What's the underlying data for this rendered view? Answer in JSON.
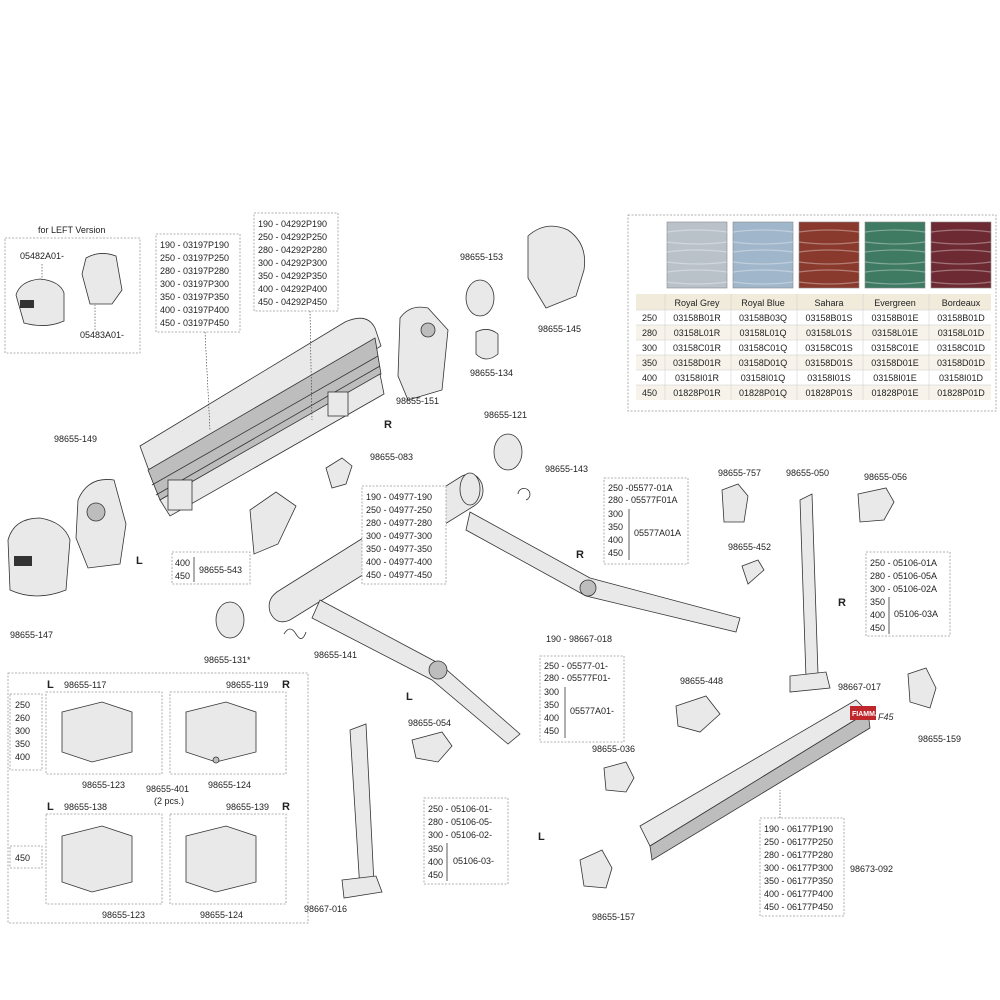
{
  "left_version": {
    "title": "for LEFT Version",
    "parts": [
      "05482A01-",
      "05483A01-"
    ]
  },
  "box_front_bar": [
    "190 - 03197P190",
    "250 - 03197P250",
    "280 - 03197P280",
    "300 - 03197P300",
    "350 - 03197P350",
    "400 - 03197P400",
    "450 - 03197P450"
  ],
  "box_top_bar": [
    "190 - 04292P190",
    "250 - 04292P250",
    "280 - 04292P280",
    "300 - 04292P300",
    "350 - 04292P350",
    "400 - 04292P400",
    "450 - 04292P450"
  ],
  "box_roller": [
    "190 - 04977-190",
    "250 - 04977-250",
    "280 - 04977-280",
    "300 - 04977-300",
    "350 - 04977-350",
    "400 - 04977-400",
    "450 - 04977-450"
  ],
  "box_543": {
    "sizes": [
      "400",
      "450"
    ],
    "code": "98655-543"
  },
  "box_arm_right": {
    "top": [
      "250 -05577-01A",
      "280 - 05577F01A"
    ],
    "sizes": [
      "300",
      "350",
      "400",
      "450"
    ],
    "code": "05577A01A"
  },
  "box_arm_left": {
    "top": [
      "250 - 05577-01-",
      "280 - 05577F01-"
    ],
    "sizes": [
      "300",
      "350",
      "400",
      "450"
    ],
    "code": "05577A01-"
  },
  "box_leg_right": {
    "top": [
      "250 - 05106-01A",
      "280 - 05106-05A",
      "300 - 05106-02A"
    ],
    "sizes": [
      "350",
      "400",
      "450"
    ],
    "code": "05106-03A"
  },
  "box_leg_left": {
    "top": [
      "250 - 05106-01-",
      "280 - 05106-05-",
      "300 - 05106-02-"
    ],
    "sizes": [
      "350",
      "400",
      "450"
    ],
    "code": "05106-03-"
  },
  "box_lead_bar": [
    "190 - 06177P190",
    "250 - 06177P250",
    "280 - 06177P280",
    "300 - 06177P300",
    "350 - 06177P350",
    "400 - 06177P400",
    "450 - 06177P450"
  ],
  "bracket_panel": {
    "sizes_top": [
      "250",
      "260",
      "300",
      "350",
      "400"
    ],
    "size_bottom": "450",
    "labels": [
      "98655-117",
      "98655-119",
      "98655-123",
      "98655-401",
      "(2 pcs.)",
      "98655-124",
      "98655-138",
      "98655-139",
      "98655-123",
      "98655-124"
    ],
    "L": "L",
    "R": "R"
  },
  "labels": {
    "p153": "98655-153",
    "p145": "98655-145",
    "p134": "98655-134",
    "p151": "98655-151",
    "p149": "98655-149",
    "p147": "98655-147",
    "p083": "98655-083",
    "p121": "98655-121",
    "p143": "98655-143",
    "p131": "98655-131*",
    "p141": "98655-141",
    "p757": "98655-757",
    "p050": "98655-050",
    "p056": "98655-056",
    "p452": "98655-452",
    "p018": "190 - 98667-018",
    "p017": "98667-017",
    "p448": "98655-448",
    "p054": "98655-054",
    "p036": "98655-036",
    "p159": "98655-159",
    "p016": "98667-016",
    "p157": "98655-157",
    "p092": "98673-092",
    "brand": "FIAMMA",
    "f45": "F45"
  },
  "letters": {
    "R1": "R",
    "L1": "L",
    "R2": "R",
    "L2": "L",
    "R3": "R",
    "L3": "L"
  },
  "fabric_table": {
    "swatch_colors": [
      "#b9c2c9",
      "#9fb6cb",
      "#8a3a2c",
      "#3f7a62",
      "#6e2a33"
    ],
    "headers": [
      "Royal Grey",
      "Royal Blue",
      "Sahara",
      "Evergreen",
      "Bordeaux"
    ],
    "rows": [
      {
        "size": "250",
        "codes": [
          "03158B01R",
          "03158B03Q",
          "03158B01S",
          "03158B01E",
          "03158B01D"
        ]
      },
      {
        "size": "280",
        "codes": [
          "03158L01R",
          "03158L01Q",
          "03158L01S",
          "03158L01E",
          "03158L01D"
        ]
      },
      {
        "size": "300",
        "codes": [
          "03158C01R",
          "03158C01Q",
          "03158C01S",
          "03158C01E",
          "03158C01D"
        ]
      },
      {
        "size": "350",
        "codes": [
          "03158D01R",
          "03158D01Q",
          "03158D01S",
          "03158D01E",
          "03158D01D"
        ]
      },
      {
        "size": "400",
        "codes": [
          "03158I01R",
          "03158I01Q",
          "03158I01S",
          "03158I01E",
          "03158I01D"
        ]
      },
      {
        "size": "450",
        "codes": [
          "01828P01R",
          "01828P01Q",
          "01828P01S",
          "01828P01E",
          "01828P01D"
        ]
      }
    ]
  }
}
